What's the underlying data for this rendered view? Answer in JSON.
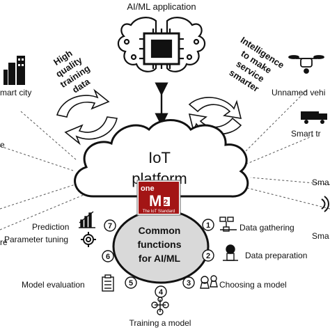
{
  "top_label": "AI/ML application",
  "left_arc_text": [
    "High",
    "quality",
    "training",
    "data"
  ],
  "right_arc_text": [
    "Intelligence",
    "to make",
    "service",
    "smarter"
  ],
  "cloud": {
    "line1": "IoT",
    "line2": "platform"
  },
  "onem2m_logo": {
    "brand": "oneM2M",
    "tagline": "The IoT Standard"
  },
  "center": {
    "line1": "Common",
    "line2": "functions",
    "line3": "for AI/ML"
  },
  "steps": [
    {
      "num": "1",
      "label": "Data gathering"
    },
    {
      "num": "2",
      "label": "Data preparation"
    },
    {
      "num": "3",
      "label": "Choosing a model"
    },
    {
      "num": "4",
      "label": "Training a model"
    },
    {
      "num": "5",
      "label": "Model evaluation"
    },
    {
      "num": "6",
      "label": "Parameter tuning"
    },
    {
      "num": "7",
      "label": "Prediction"
    }
  ],
  "devices": {
    "smart_city": "mart city",
    "unnamed_vehicle": "Unnamed vehi",
    "smart_truck": "Smart tr",
    "right_sma_1": "Sma",
    "right_sma_2": "Sma",
    "left_e": "e",
    "left_re": "re"
  },
  "colors": {
    "center_fill": "#d9d9d9",
    "logo_red": "#a31515",
    "stroke": "#111111"
  }
}
